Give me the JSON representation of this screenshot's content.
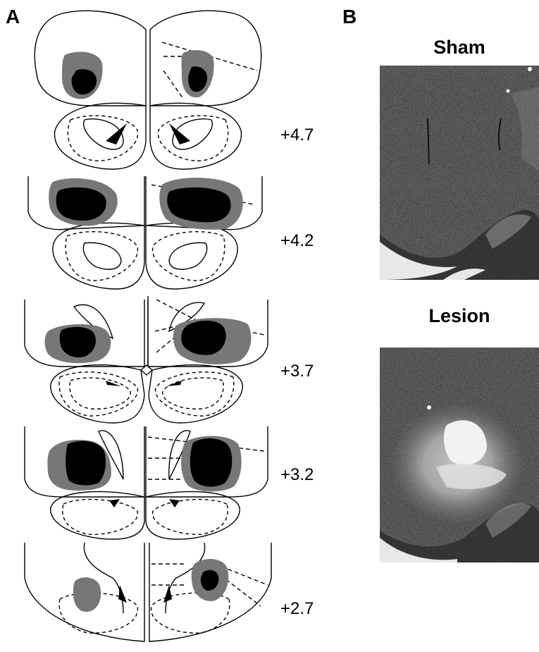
{
  "panel_a": {
    "letter": "A",
    "sections": [
      {
        "label": "+4.7"
      },
      {
        "label": "+4.2"
      },
      {
        "label": "+3.7"
      },
      {
        "label": "+3.2"
      },
      {
        "label": "+2.7"
      }
    ]
  },
  "panel_b": {
    "letter": "B",
    "photos": [
      {
        "title": "Sham"
      },
      {
        "title": "Lesion"
      }
    ]
  },
  "colors": {
    "max_lesion": "#000000",
    "min_lesion": "#777777",
    "outline": "#000000",
    "background": "#ffffff"
  }
}
